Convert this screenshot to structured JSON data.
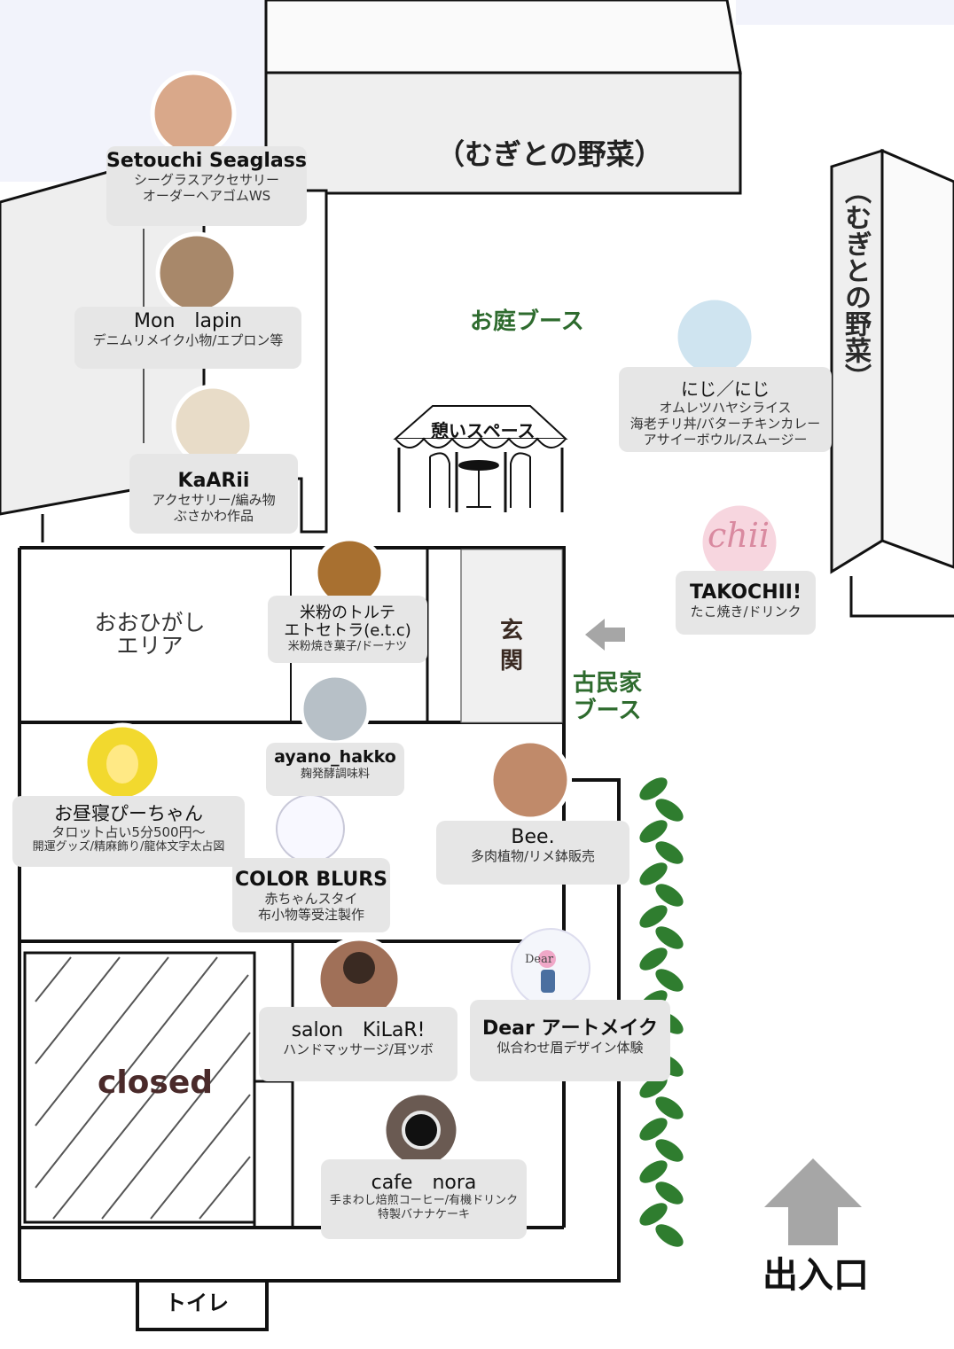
{
  "areas": {
    "vegetables_top": "（むぎとの野菜）",
    "vegetables_side": "（むぎとの野菜）",
    "garden_booth": "お庭ブース",
    "rest_space": "憩いスペース",
    "ohigashi_line1": "おおひがし",
    "ohigashi_line2": "エリア",
    "genkan_1": "玄",
    "genkan_2": "関",
    "kominka_1": "古民家",
    "kominka_2": "ブース",
    "closed": "closed",
    "toilet": "トイレ",
    "entrance": "出入口"
  },
  "vendors": [
    {
      "name": "Setouchi Seaglass",
      "desc": [
        "シーグラスアクセサリー",
        "オーダーヘアゴムWS"
      ]
    },
    {
      "name": "Mon　lapin",
      "desc": [
        "デニムリメイク小物/エプロン等"
      ]
    },
    {
      "name": "KaARii",
      "desc": [
        "アクセサリー/編み物",
        "ぶさかわ作品"
      ]
    },
    {
      "name": "にじ／にじ",
      "desc": [
        "オムレツハヤシライス",
        "海老チリ丼/バターチキンカレー",
        "アサイーボウル/スムージー"
      ]
    },
    {
      "name": "TAKOCHII!",
      "desc": [
        "たこ焼き/ドリンク"
      ],
      "logo": "chii"
    },
    {
      "name": "米粉のトルテ",
      "name2": "エトセトラ(e.t.c)",
      "desc": [
        "米粉焼き菓子/ドーナツ"
      ]
    },
    {
      "name": "ayano_hakko",
      "desc": [
        "麹発酵調味料"
      ]
    },
    {
      "name": "お昼寝ぴーちゃん",
      "desc": [
        "タロット占い5分500円～",
        "開運グッズ/精麻飾り/龍体文字太占図"
      ]
    },
    {
      "name": "COLOR BLURS",
      "desc": [
        "赤ちゃんスタイ",
        "布小物等受注製作"
      ]
    },
    {
      "name": "Bee.",
      "desc": [
        "多肉植物/リメ鉢販売"
      ]
    },
    {
      "name": "salon　KiLaR!",
      "desc": [
        "ハンドマッサージ/耳ツボ"
      ]
    },
    {
      "name": "Dear アートメイク",
      "desc": [
        "似合わせ眉デザイン体験"
      ],
      "logo": "Dear"
    },
    {
      "name": "cafe　nora",
      "desc": [
        "手まわし焙煎コーヒー/有機ドリンク",
        "特製バナナケーキ"
      ]
    }
  ],
  "colors": {
    "card": "#e6e6e6",
    "green": "#2e6b2e",
    "arrow": "#a6a6a6",
    "leaf": "#2f7d2f",
    "outline": "#111111"
  }
}
